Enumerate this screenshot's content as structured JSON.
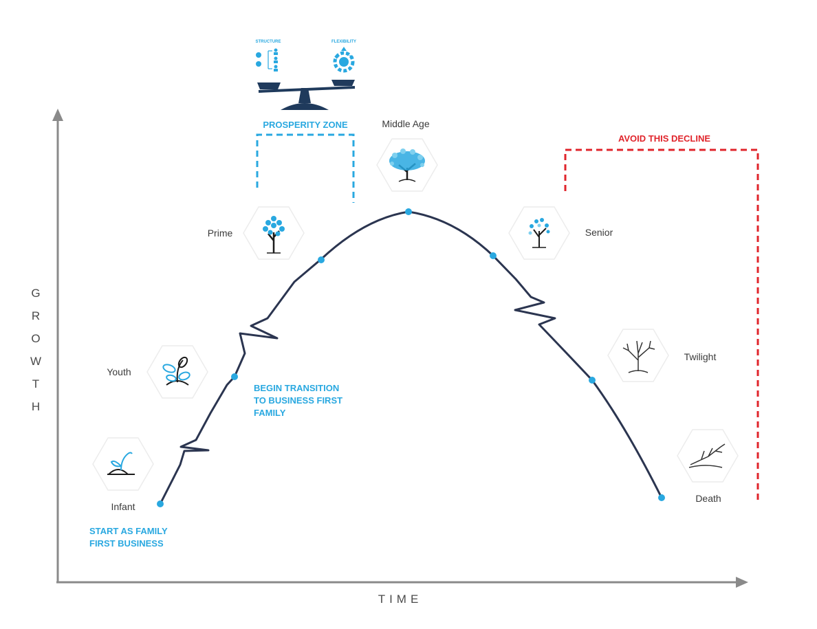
{
  "axes": {
    "x_label": "TIME",
    "y_label": "GROWTH"
  },
  "stages": [
    {
      "name": "Infant",
      "icon": "sprout-icon"
    },
    {
      "name": "Youth",
      "icon": "seedling-icon"
    },
    {
      "name": "Prime",
      "icon": "young-tree-icon"
    },
    {
      "name": "Middle Age",
      "icon": "full-tree-icon"
    },
    {
      "name": "Senior",
      "icon": "thinning-tree-icon"
    },
    {
      "name": "Twilight",
      "icon": "bare-tree-icon"
    },
    {
      "name": "Death",
      "icon": "fallen-tree-icon"
    }
  ],
  "annotations": {
    "start_line1": "START AS FAMILY",
    "start_line2": "FIRST BUSINESS",
    "transition_line1": "BEGIN TRANSITION",
    "transition_line2": "TO BUSINESS FIRST",
    "transition_line3": "FAMILY",
    "prosperity_zone": "PROSPERITY ZONE",
    "avoid_decline": "AVOID THIS DECLINE",
    "structure": "STRUCTURE",
    "flexibility": "FLEXIBILITY"
  },
  "colors": {
    "curve": "#2b3550",
    "accent_blue": "#29a8e0",
    "warning_red": "#e0242b",
    "axis": "#8a8a8a",
    "scale": "#1f3a5c"
  }
}
